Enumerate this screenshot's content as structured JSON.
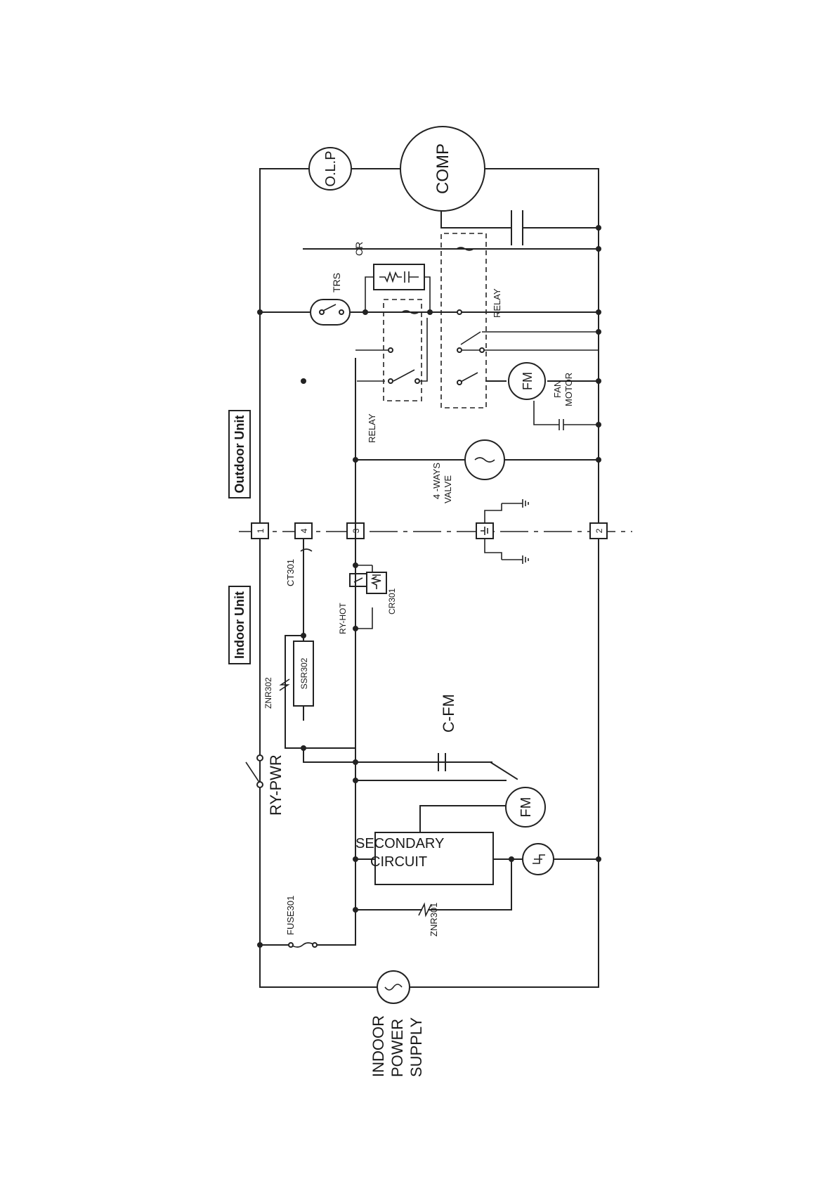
{
  "labels": {
    "outdoor_unit": "Outdoor Unit",
    "indoor_unit": "Indoor Unit",
    "olp": "O.L.P",
    "comp": "COMP",
    "trs": "TRS",
    "cr": "CR",
    "relay_outdoor_right": "RELAY",
    "relay_outdoor_left": "RELAY",
    "fan_motor_line1": "FAN",
    "fan_motor_line2": "MOTOR",
    "fm_outdoor": "FM",
    "four_way_line1": "4 -WAYS",
    "four_way_line2": "VALVE",
    "ct301": "CT301",
    "ry_hot": "RY-HOT",
    "cr301": "CR301",
    "znr302": "ZNR302",
    "ssr302": "SSR302",
    "c_fm": "C-FM",
    "ry_pwr": "RY-PWR",
    "fm_indoor": "FM",
    "secondary_line1": "SECONDARY",
    "secondary_line2": "CIRCUIT",
    "fuse301": "FUSE301",
    "znr301": "ZNR301",
    "supply_line1": "INDOOR",
    "supply_line2": "POWER",
    "supply_line3": "SUPPLY"
  },
  "terminals": {
    "t1": "1",
    "t4": "4",
    "t3": "3",
    "t2": "2"
  }
}
